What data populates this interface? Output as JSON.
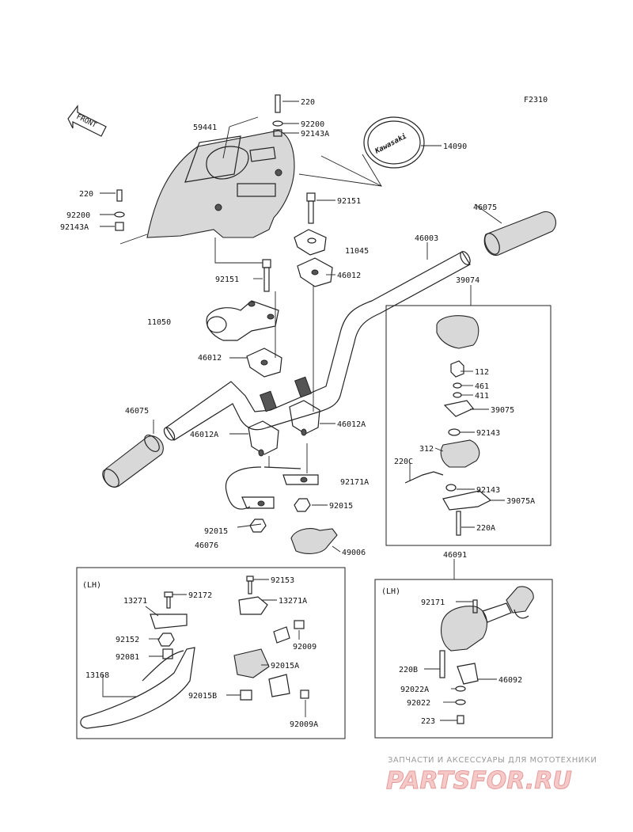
{
  "figure_code": "F2310",
  "front_label": "FRONT",
  "emblem_text": "Kawasaki",
  "part_numbers": {
    "p220_top": "220",
    "p92200_top": "92200",
    "p92143A_top": "92143A",
    "p59441": "59441",
    "p14090": "14090",
    "p220_left": "220",
    "p92200_left": "92200",
    "p92143A_left": "92143A",
    "p92151_right": "92151",
    "p46075_right": "46075",
    "p46003": "46003",
    "p11045": "11045",
    "p46012_right": "46012",
    "p92151_left": "92151",
    "p39074": "39074",
    "p11050": "11050",
    "p46012_left": "46012",
    "p112": "112",
    "p461": "461",
    "p411": "411",
    "p39075": "39075",
    "p46075_left": "46075",
    "p46012A_right": "46012A",
    "p46012A_left": "46012A",
    "p92143_a": "92143",
    "p312": "312",
    "p220C": "220C",
    "p92171A": "92171A",
    "p92143_b": "92143",
    "p39075A": "39075A",
    "p92015_a": "92015",
    "p92015_b": "92015",
    "p220A": "220A",
    "p46076": "46076",
    "p49006": "49006",
    "p46091": "46091"
  },
  "lh_left_box": {
    "title": "(LH)",
    "labels": {
      "p92153": "92153",
      "p92172": "92172",
      "p13271": "13271",
      "p13271A": "13271A",
      "p92009": "92009",
      "p92152": "92152",
      "p92081": "92081",
      "p92015A": "92015A",
      "p13168": "13168",
      "p92015B": "92015B",
      "p92009A": "92009A"
    }
  },
  "lh_right_box": {
    "title": "(LH)",
    "labels": {
      "p92171": "92171",
      "p220B": "220B",
      "p92022A": "92022A",
      "p46092": "46092",
      "p92022": "92022",
      "p223": "223"
    }
  },
  "watermark": {
    "tagline": "ЗАПЧАСТИ И АКСЕССУАРЫ ДЛЯ МОТОТЕХНИКИ",
    "brand": "PARTSFOR.RU"
  }
}
